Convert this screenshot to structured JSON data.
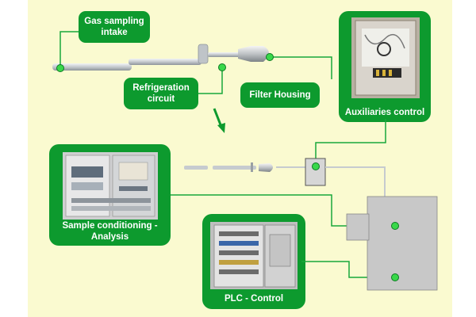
{
  "labels": {
    "gas_sampling_intake": "Gas sampling intake",
    "refrigeration_circuit": "Refrigeration circuit",
    "filter_housing": "Filter Housing",
    "auxiliaries_control": "Auxiliaries control",
    "sample_conditioning": "Sample conditioning - Analysis",
    "plc_control": "PLC - Control"
  },
  "colors": {
    "background": "#fafad0",
    "accent_green": "#0d9a2e",
    "node_green": "#39d84a",
    "line_green": "#18a83a",
    "cabinet_gray": "#c8c8c8",
    "probe_gray": "#cfd3d6"
  }
}
